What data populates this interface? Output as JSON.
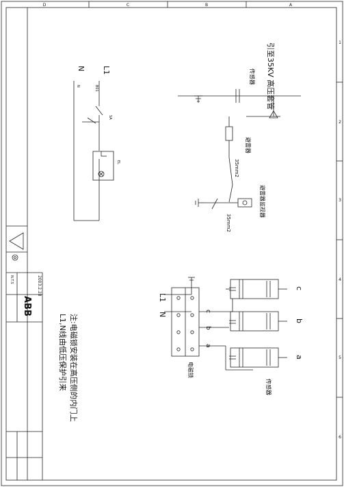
{
  "drawing": {
    "title_cn": "引至35KV 高压套管",
    "sensor_top": "传感器",
    "arrester": "避雷器",
    "mm2_upper": "35mm2",
    "arrester_monitor": "避雷器监视器",
    "mm2_lower": "35mm2",
    "sensor_bottom": "传感器",
    "em_lock": "电磁锁",
    "note_line1": "注:电磁锁安装在高压侧的内门上",
    "note_line2": "L1,N线由低压保护引来",
    "L1_top": "L1",
    "N_top": "N",
    "L1_lock": "L1",
    "N_lock": "N",
    "phase_c_top": "c",
    "phase_b_top": "b",
    "phase_a_top": "a",
    "phase_c": "c",
    "phase_b": "b",
    "phase_a": "a",
    "SA": "SA",
    "EL": "EL",
    "B01": "B01",
    "N_small": "N"
  },
  "frame": {
    "top_letters": [
      "D",
      "C",
      "B",
      "A"
    ],
    "right_numbers": [
      "1",
      "2",
      "3",
      "4",
      "5",
      "6"
    ],
    "abb": "ABB",
    "date": "2003.2.28",
    "scale": "N.T.S"
  }
}
